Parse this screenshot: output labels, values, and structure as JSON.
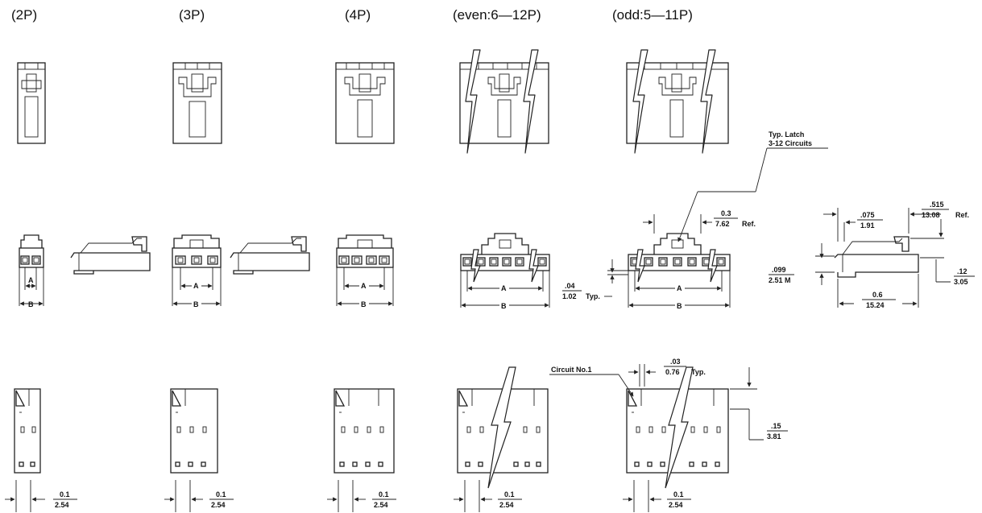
{
  "columns": {
    "c2p": "(2P)",
    "c3p": "(3P)",
    "c4p": "(4P)",
    "even": "(even:6—12P)",
    "odd": "(odd:5—11P)"
  },
  "labels": {
    "a": "A",
    "b": "B",
    "latch_line1": "Typ. Latch",
    "latch_line2": "3-12 Circuits",
    "circuit_no1": "Circuit No.1"
  },
  "dims": {
    "pitch_in": "0.1",
    "pitch_mm": "2.54",
    "d03_in": "0.3",
    "d03_mm": "7.62",
    "ref": "Ref.",
    "d04_in": ".04",
    "d04_mm": "1.02",
    "typ": "Typ.",
    "d075_in": ".075",
    "d075_mm": "1.91",
    "d515_in": ".515",
    "d515_mm": "13.08",
    "d099_in": ".099",
    "d099_mm": "2.51 M",
    "d12_in": ".12",
    "d12_mm": "3.05",
    "d06_in": "0.6",
    "d06_mm": "15.24",
    "d03b_in": ".03",
    "d03b_mm": "0.76",
    "d15_in": ".15",
    "d15_mm": "3.81"
  }
}
